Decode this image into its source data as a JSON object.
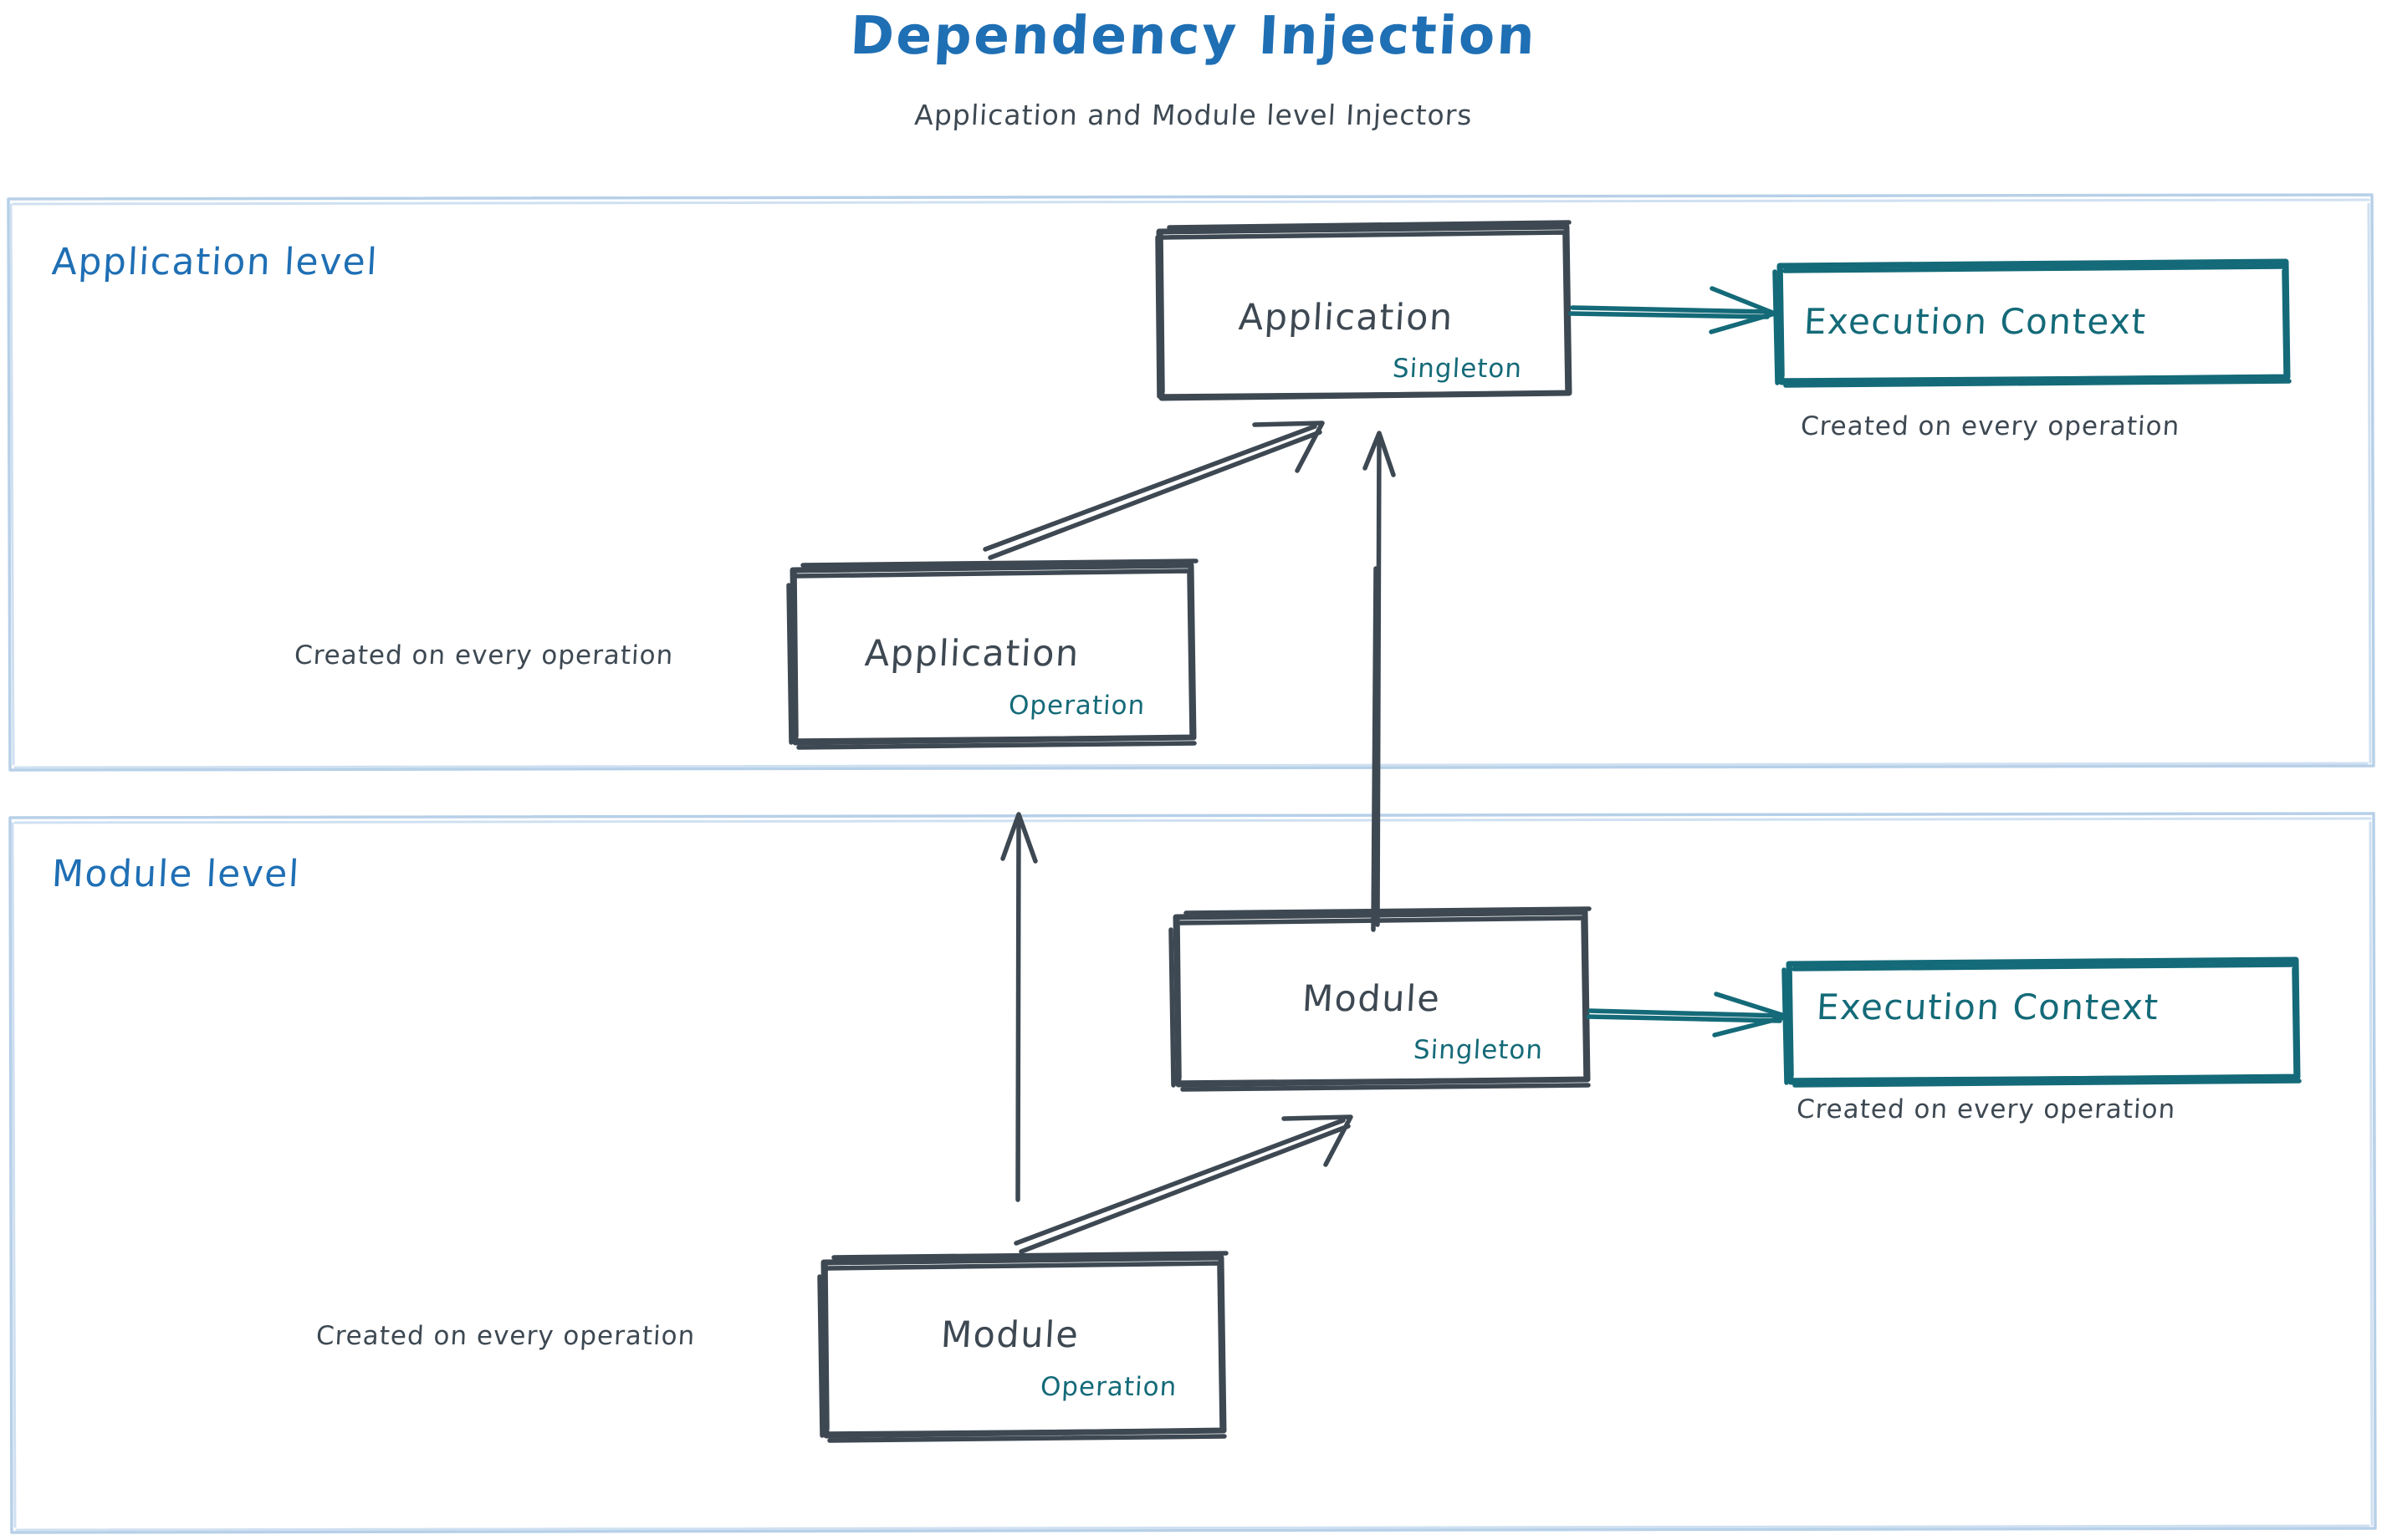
{
  "header": {
    "title": "Dependency Injection",
    "subtitle": "Application and Module level Injectors"
  },
  "colors": {
    "title_blue": "#1f6fb4",
    "panel_border_blue": "#b7d0e8",
    "node_stroke_gray": "#3d4852",
    "accent_teal": "#146a78",
    "caption_gray": "#3d4852",
    "background": "#ffffff"
  },
  "panels": [
    {
      "id": "application-level",
      "label": "Application level",
      "nodes": [
        {
          "id": "application-singleton",
          "title": "Application",
          "scope": "Singleton",
          "style": "sketch-box-gray"
        },
        {
          "id": "execution-context-application",
          "title": "Execution Context",
          "scope": "",
          "style": "sketch-box-teal",
          "caption": "Created on every operation"
        },
        {
          "id": "application-operation",
          "title": "Application",
          "scope": "Operation",
          "style": "sketch-box-gray",
          "caption": "Created on every operation"
        }
      ]
    },
    {
      "id": "module-level",
      "label": "Module level",
      "nodes": [
        {
          "id": "module-singleton",
          "title": "Module",
          "scope": "Singleton",
          "style": "sketch-box-gray"
        },
        {
          "id": "execution-context-module",
          "title": "Execution Context",
          "scope": "",
          "style": "sketch-box-teal",
          "caption": "Created on every operation"
        },
        {
          "id": "module-operation",
          "title": "Module",
          "scope": "Operation",
          "style": "sketch-box-gray",
          "caption": "Created on every operation"
        }
      ]
    }
  ],
  "edges": [
    {
      "id": "app-singleton-to-exec-context",
      "from": "application-singleton",
      "to": "execution-context-application",
      "color": "#146a78",
      "direction": "right"
    },
    {
      "id": "app-operation-to-app-singleton",
      "from": "application-operation",
      "to": "application-singleton",
      "color": "#3d4852",
      "direction": "up-right"
    },
    {
      "id": "module-singleton-to-app-singleton",
      "from": "module-singleton",
      "to": "application-singleton",
      "color": "#3d4852",
      "direction": "up"
    },
    {
      "id": "module-singleton-to-exec-context",
      "from": "module-singleton",
      "to": "execution-context-module",
      "color": "#146a78",
      "direction": "right"
    },
    {
      "id": "module-operation-to-module-singleton",
      "from": "module-operation",
      "to": "module-singleton",
      "color": "#3d4852",
      "direction": "up-right"
    },
    {
      "id": "module-operation-to-app-operation",
      "from": "module-operation",
      "to": "application-operation",
      "color": "#3d4852",
      "direction": "up"
    }
  ],
  "chart_data": {
    "type": "diagram",
    "title": "Dependency Injection",
    "subtitle": "Application and Module level Injectors",
    "groups": [
      "Application level",
      "Module level"
    ],
    "nodes": [
      {
        "label": "Application",
        "scope": "Singleton",
        "group": "Application level"
      },
      {
        "label": "Execution Context",
        "scope": "",
        "group": "Application level",
        "note": "Created on every operation"
      },
      {
        "label": "Application",
        "scope": "Operation",
        "group": "Application level",
        "note": "Created on every operation"
      },
      {
        "label": "Module",
        "scope": "Singleton",
        "group": "Module level"
      },
      {
        "label": "Execution Context",
        "scope": "",
        "group": "Module level",
        "note": "Created on every operation"
      },
      {
        "label": "Module",
        "scope": "Operation",
        "group": "Module level",
        "note": "Created on every operation"
      }
    ],
    "links": [
      [
        "Application (Singleton)",
        "Execution Context (Application level)"
      ],
      [
        "Application (Operation)",
        "Application (Singleton)"
      ],
      [
        "Module (Singleton)",
        "Application (Singleton)"
      ],
      [
        "Module (Singleton)",
        "Execution Context (Module level)"
      ],
      [
        "Module (Operation)",
        "Module (Singleton)"
      ],
      [
        "Module (Operation)",
        "Application (Operation)"
      ]
    ]
  }
}
